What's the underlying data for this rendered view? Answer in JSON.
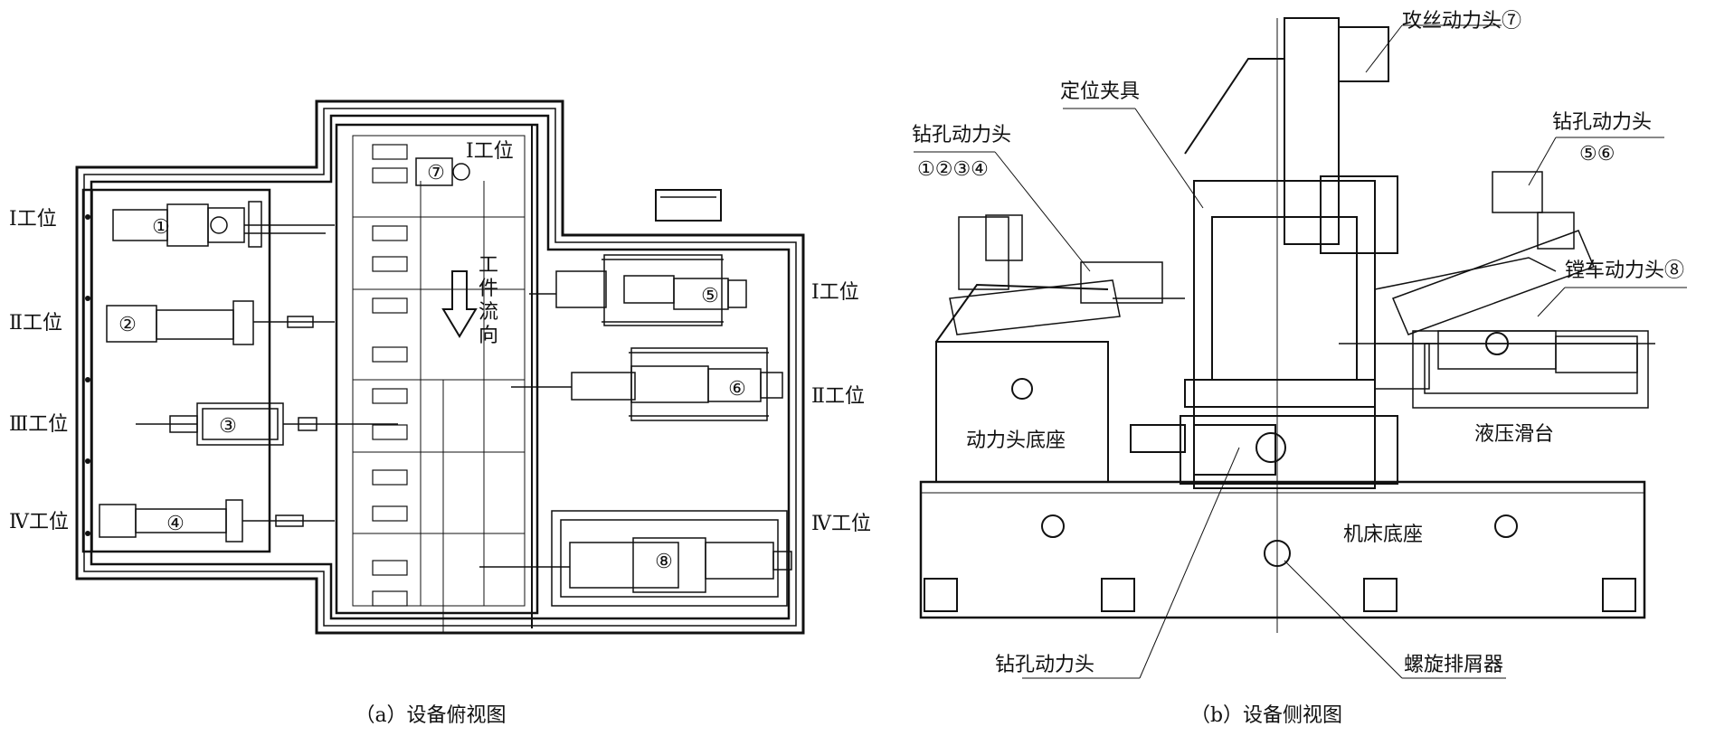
{
  "top_view": {
    "station_labels_left": [
      "Ⅰ工位",
      "Ⅱ工位",
      "Ⅲ工位",
      "Ⅳ工位"
    ],
    "station_labels_right": [
      "Ⅰ工位",
      "Ⅱ工位",
      "Ⅳ工位"
    ],
    "station_label_top": "Ⅰ工位",
    "flow_label": [
      "工",
      "件",
      "流",
      "向"
    ],
    "heads": [
      "①",
      "②",
      "③",
      "④",
      "⑤",
      "⑥",
      "⑦",
      "⑧"
    ],
    "caption": "（a）设备俯视图"
  },
  "side_view": {
    "labels": {
      "tapping_head": "攻丝动力头⑦",
      "fixture": "定位夹具",
      "drill_head_1234_title": "钻孔动力头",
      "drill_head_1234_nums": "①②③④",
      "drill_head_56_title": "钻孔动力头",
      "drill_head_56_nums": "⑤⑥",
      "boring_head": "镗车动力头⑧",
      "power_head_base": "动力头底座",
      "hydraulic_slide": "液压滑台",
      "machine_base": "机床底座",
      "drill_head_bottom": "钻孔动力头",
      "chip_conveyor": "螺旋排屑器"
    },
    "caption": "（b）设备侧视图"
  }
}
